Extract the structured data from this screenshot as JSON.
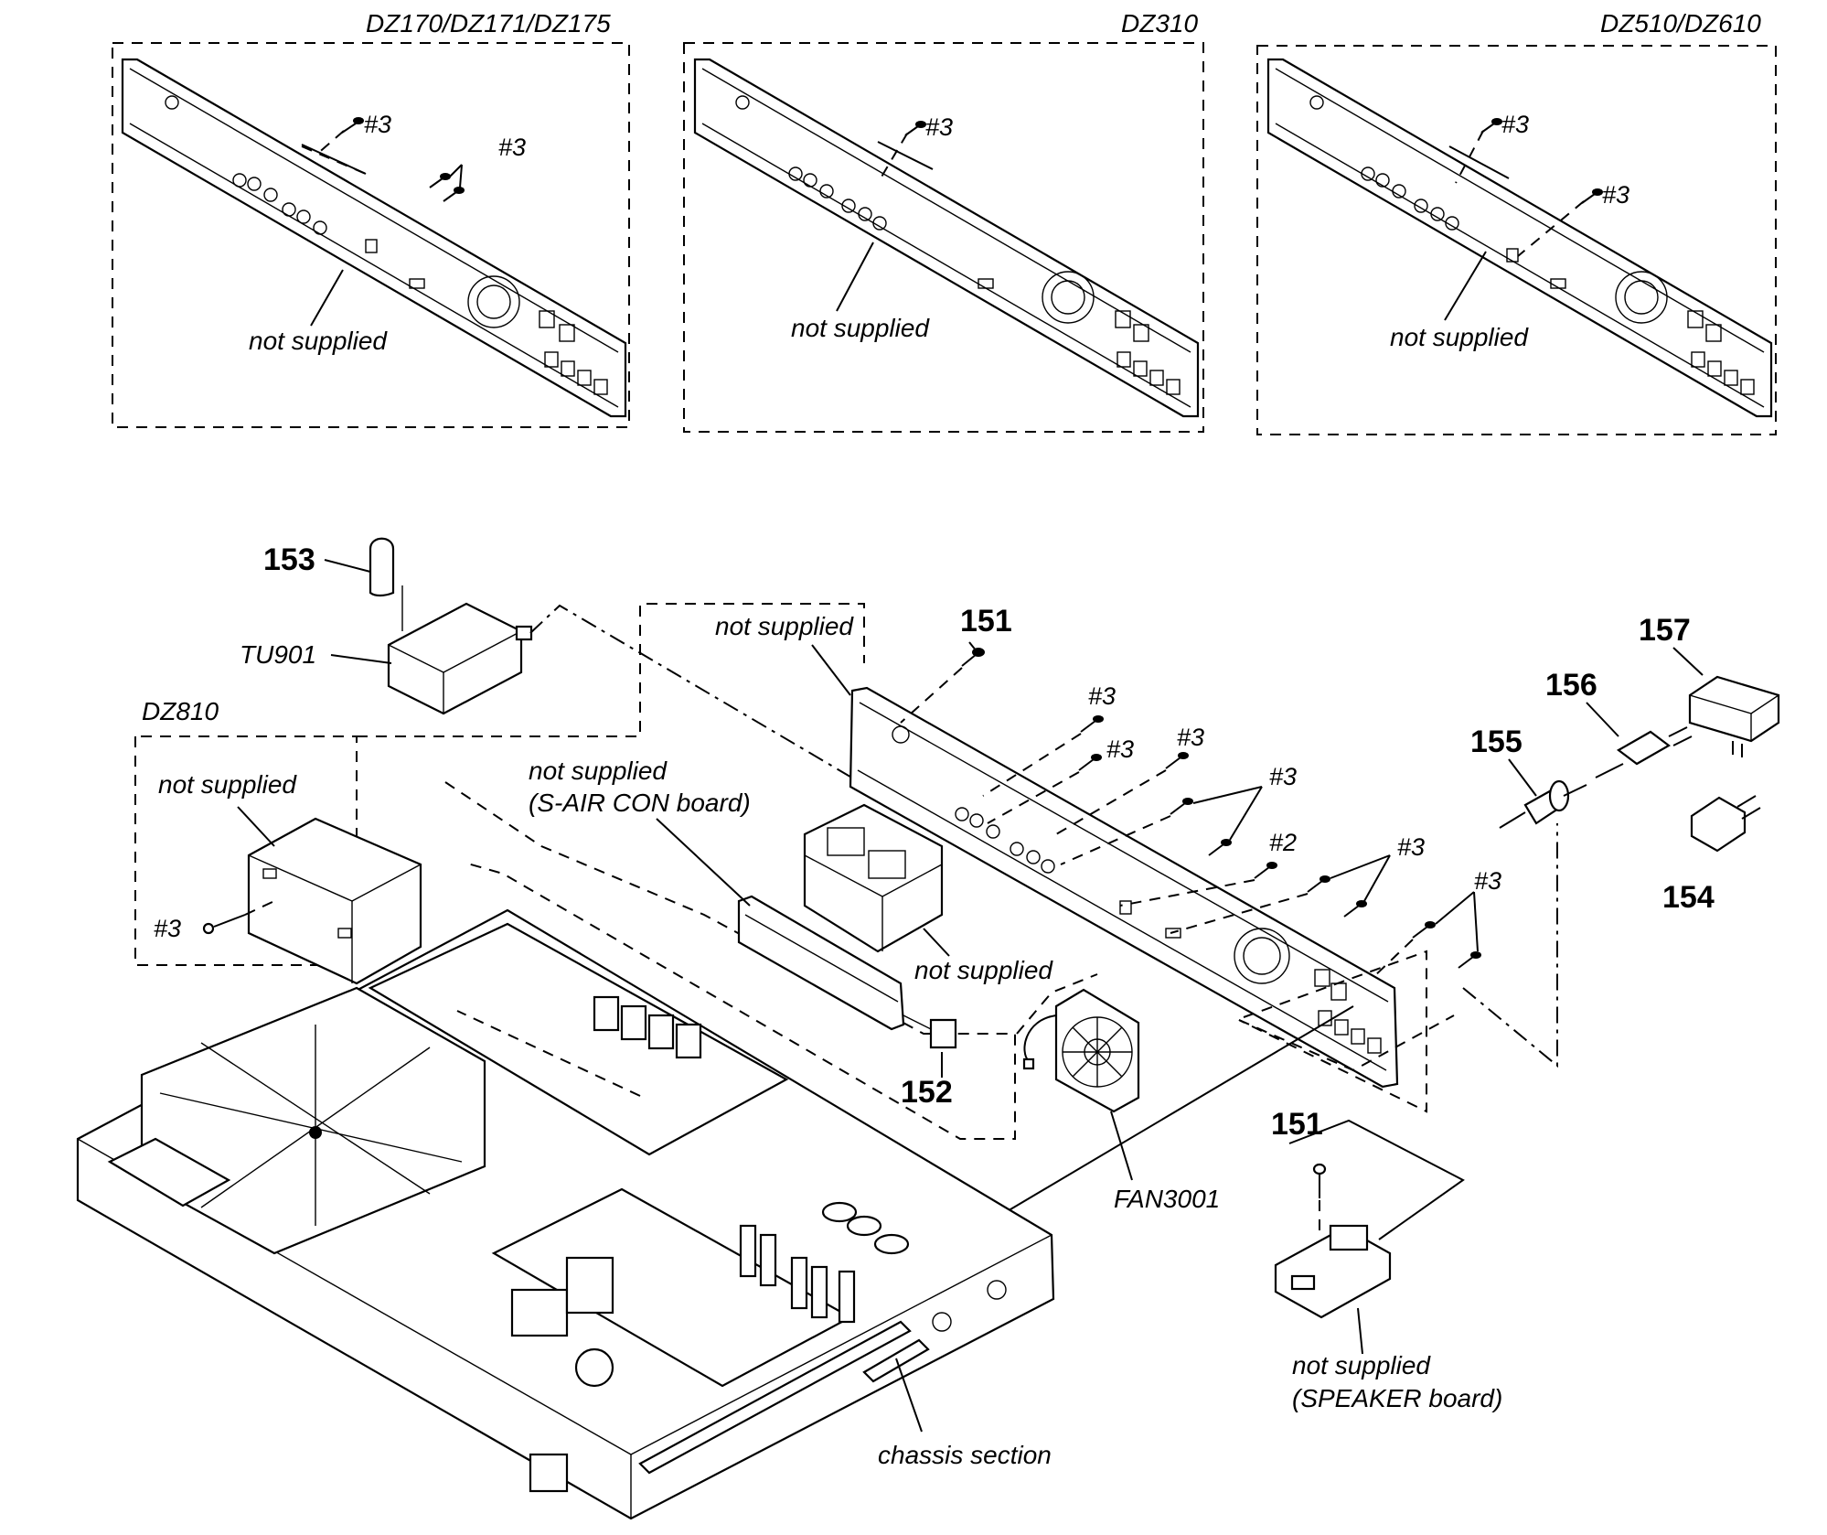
{
  "panels": [
    {
      "model": "DZ170/DZ171/DZ175",
      "note": "not supplied",
      "screws": [
        "#3",
        "#3"
      ]
    },
    {
      "model": "DZ310",
      "note": "not supplied",
      "screws": [
        "#3"
      ]
    },
    {
      "model": "DZ510/DZ610",
      "note": "not supplied",
      "screws": [
        "#3",
        "#3"
      ]
    }
  ],
  "main": {
    "dz810": {
      "model": "DZ810",
      "note": "not supplied",
      "screw": "#3"
    },
    "tuner": {
      "ref": "153",
      "label": "TU901"
    },
    "rear_panel": {
      "note": "not supplied",
      "ref": "151"
    },
    "sair": {
      "note": "not supplied",
      "board": "(S-AIR CON board)",
      "module_note": "not supplied",
      "ref": "152"
    },
    "screws": [
      "#3",
      "#3",
      "#3",
      "#3",
      "#2",
      "#3",
      "#3"
    ],
    "fan": "FAN3001",
    "speaker": {
      "ref": "151",
      "note": "not supplied",
      "board": "(SPEAKER board)"
    },
    "power": {
      "plug_ref": "155",
      "cord_ref": "156",
      "adaptor_ref": "157",
      "converter_ref": "154"
    },
    "chassis": "chassis section"
  }
}
